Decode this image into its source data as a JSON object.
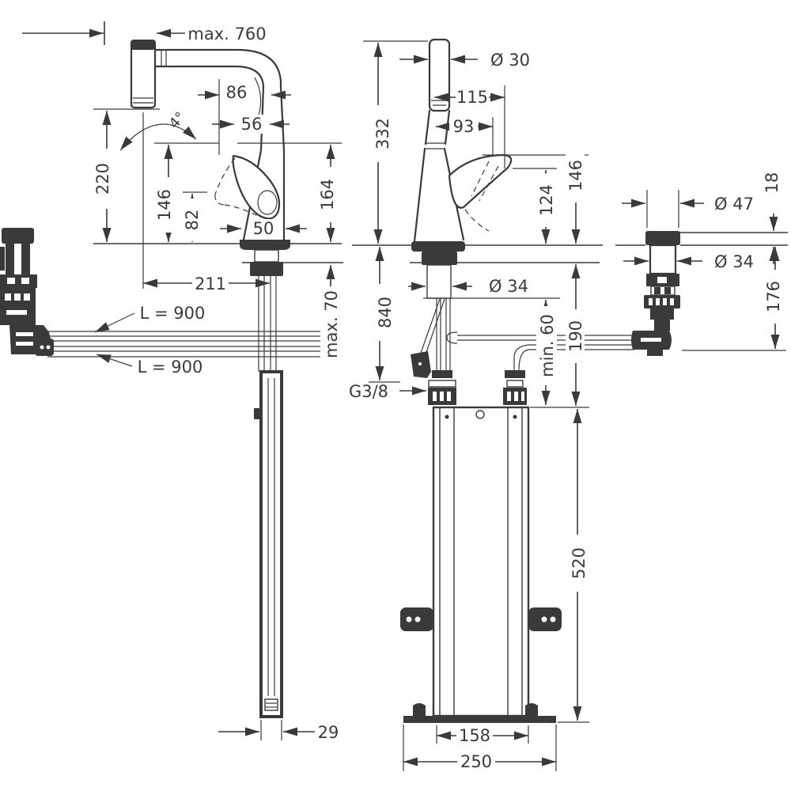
{
  "title": "faucet-installation-dimension-drawing",
  "colors": {
    "line": "#3a3a3a",
    "background": "#ffffff"
  },
  "left_view": {
    "max760": "max. 760",
    "d86": "86",
    "d56": "56",
    "angle": "4°",
    "d220": "220",
    "d146": "146",
    "d82": "82",
    "d50": "50",
    "d164": "164",
    "d211": "211",
    "max70": "max. 70",
    "l900a": "L = 900",
    "l900b": "L = 900",
    "d29": "29"
  },
  "side_view": {
    "dia30": "Ø 30",
    "d115": "115",
    "d93": "93",
    "d332": "332",
    "d124": "124",
    "d146": "146",
    "dia34": "Ø 34",
    "d840": "840",
    "min60": "min. 60",
    "d190": "190",
    "thread": "G3/8",
    "d520": "520",
    "d158": "158",
    "d250": "250"
  },
  "valve_view": {
    "dia47": "Ø 47",
    "d18": "18",
    "dia34": "Ø 34",
    "d176": "176"
  }
}
